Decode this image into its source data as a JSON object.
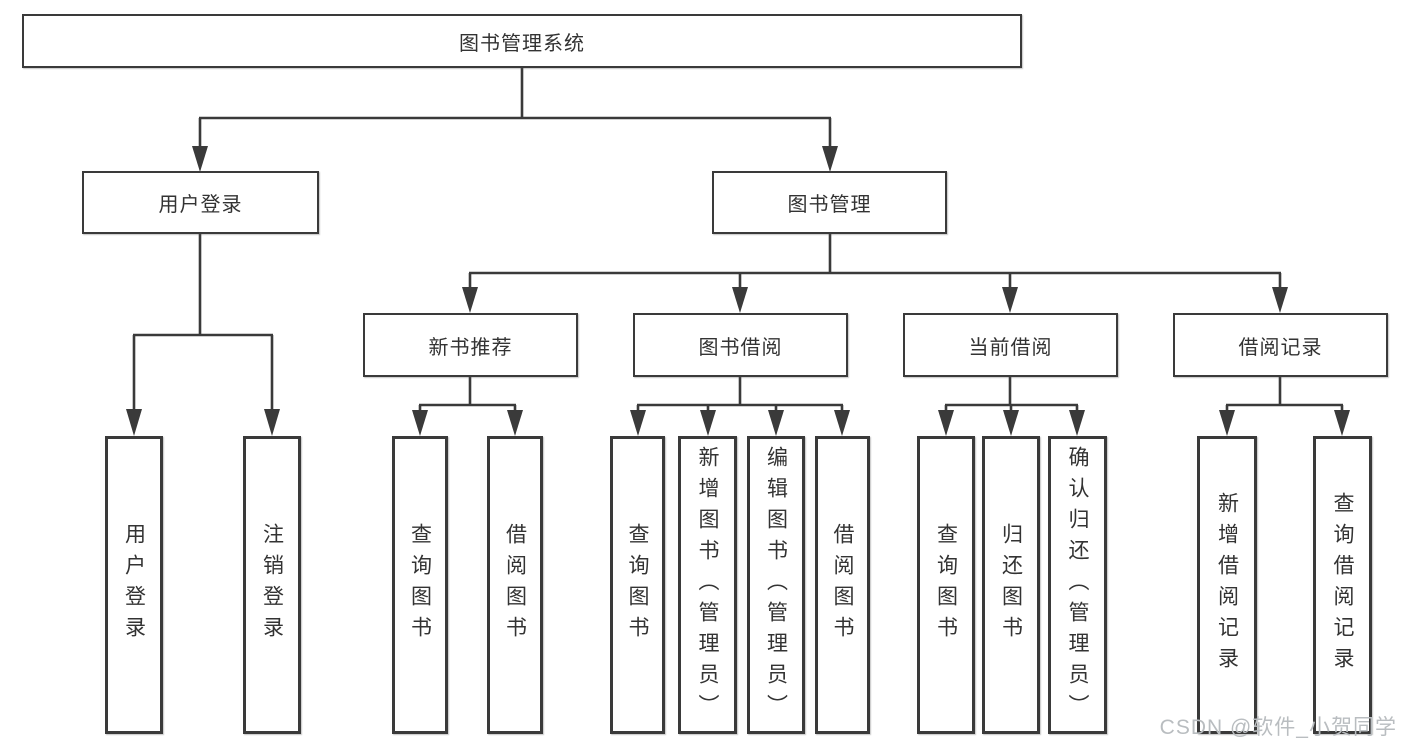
{
  "nodes": {
    "root": "图书管理系统",
    "login_branch": {
      "label": "用户登录",
      "children": [
        "用户登录",
        "注销登录"
      ]
    },
    "mgmt_branch": {
      "label": "图书管理",
      "groups": [
        {
          "label": "新书推荐",
          "children": [
            "查询图书",
            "借阅图书"
          ]
        },
        {
          "label": "图书借阅",
          "children": [
            "查询图书",
            "新增图书（管理员）",
            "编辑图书（管理员）",
            "借阅图书"
          ]
        },
        {
          "label": "当前借阅",
          "children": [
            "查询图书",
            "归还图书",
            "确认归还（管理员）"
          ]
        },
        {
          "label": "借阅记录",
          "children": [
            "新增借阅记录",
            "查询借阅记录"
          ]
        }
      ]
    }
  },
  "watermark": "CSDN @软件_小贺同学",
  "colors": {
    "line": "#3a3a3a",
    "text": "#333333",
    "watermark": "#b9bdc0",
    "background": "#ffffff"
  }
}
